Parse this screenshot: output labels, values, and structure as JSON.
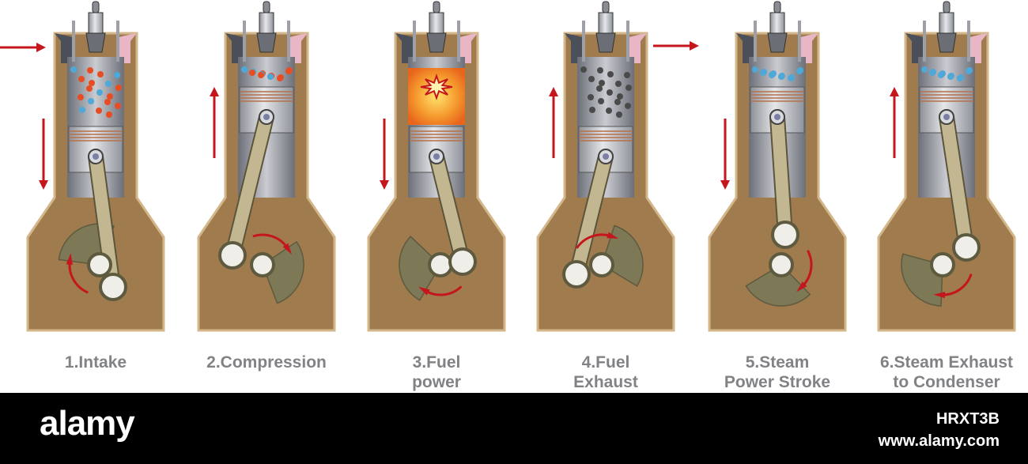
{
  "stages": [
    {
      "line1": "1.Intake",
      "line2": "",
      "piston": "bottom",
      "stroke_arrow": "down"
    },
    {
      "line1": "2.Compression",
      "line2": "",
      "piston": "top",
      "stroke_arrow": "up"
    },
    {
      "line1": "3.Fuel",
      "line2": "power",
      "piston": "bottom",
      "stroke_arrow": "down"
    },
    {
      "line1": "4.Fuel",
      "line2": "Exhaust",
      "piston": "bottom",
      "stroke_arrow": "up"
    },
    {
      "line1": "5.Steam",
      "line2": "Power Stroke",
      "piston": "top",
      "stroke_arrow": "down"
    },
    {
      "line1": "6.Steam Exhaust",
      "line2": "to Condenser",
      "piston": "top",
      "stroke_arrow": "up"
    }
  ],
  "watermark": {
    "brand": "alamy",
    "image_id": "HRXT3B",
    "site": "www.alamy.com"
  },
  "colors": {
    "crankcase": "#a07b4d",
    "crankcase_border": "#d3b78a",
    "arrow": "#c4161c",
    "label": "#808285",
    "intake_particle": "#e84c22",
    "exhaust_particle": "#4a4a4a",
    "steam_particle": "#4ea8d8"
  }
}
